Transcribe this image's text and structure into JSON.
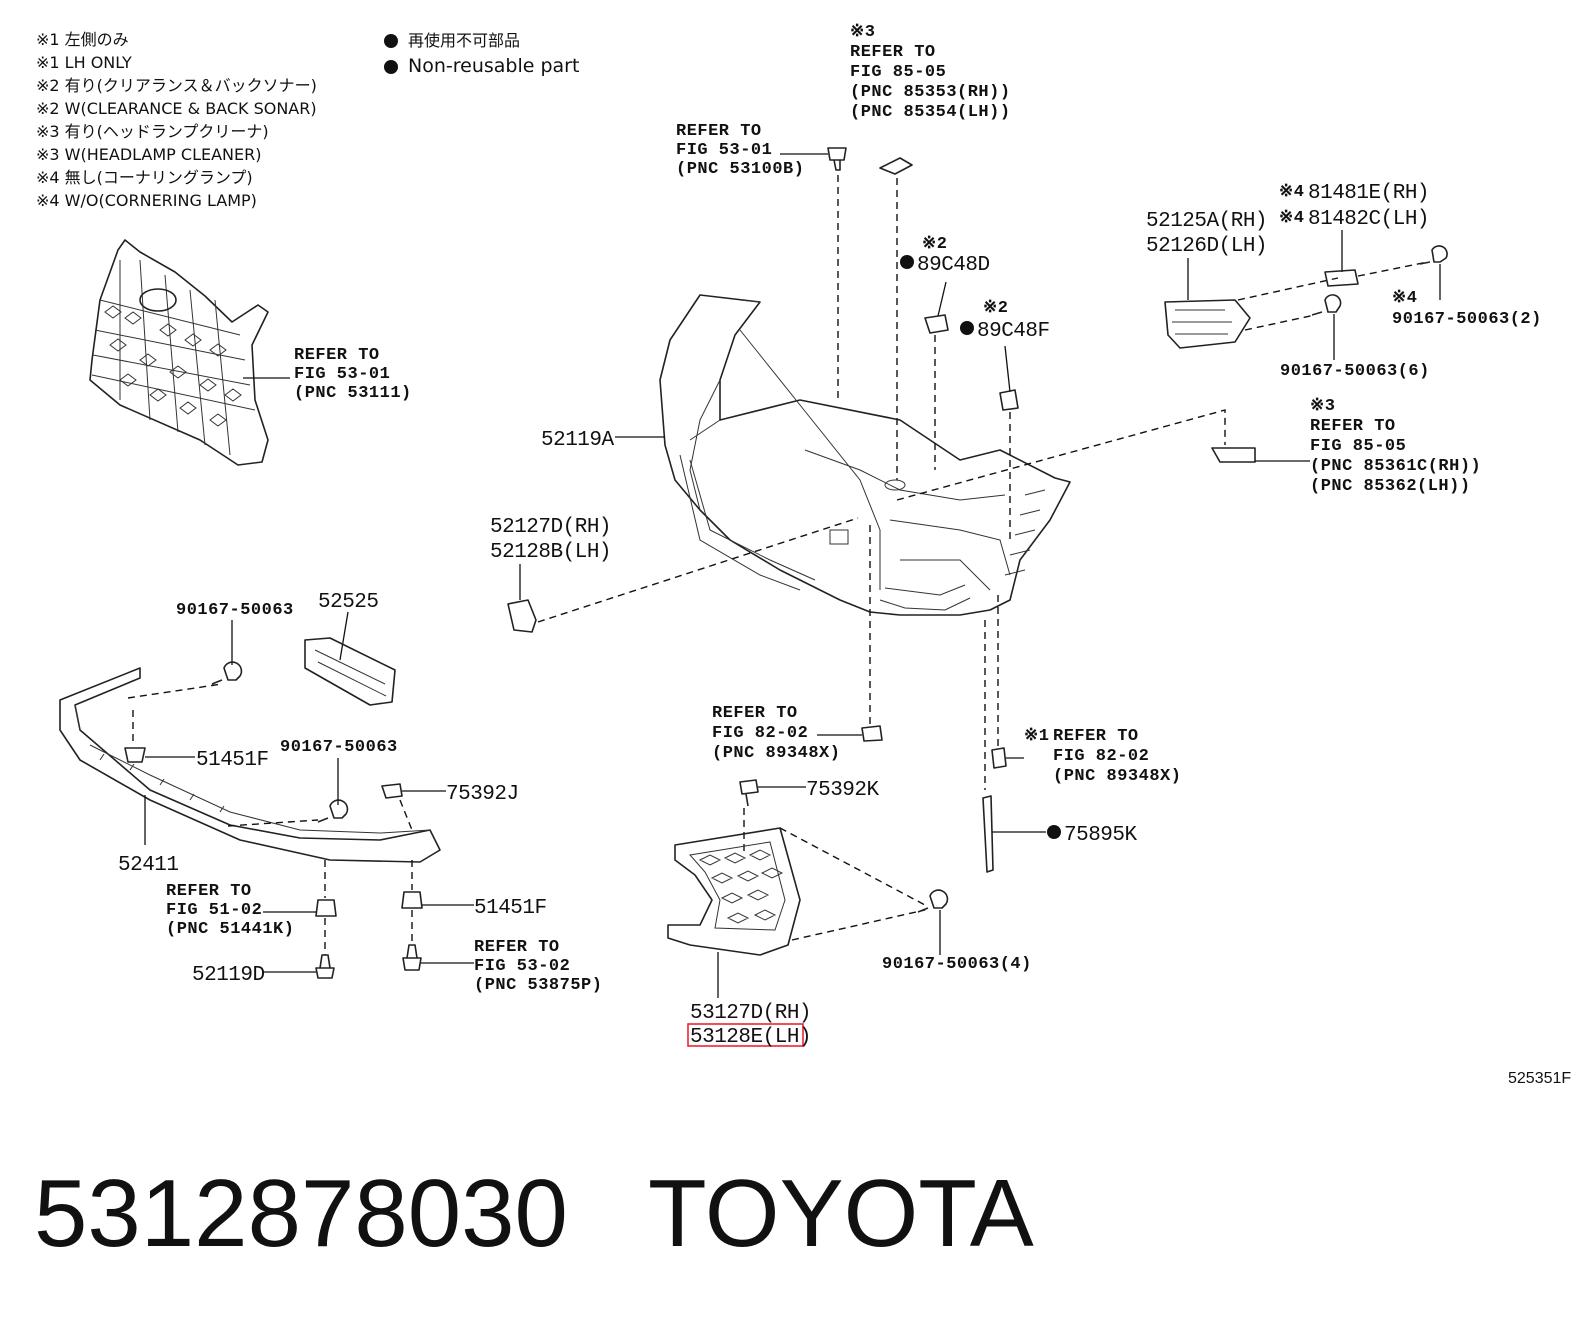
{
  "notes": [
    "※1 左側のみ",
    "※1 LH ONLY",
    "※2 有り(クリアランス＆バックソナー)",
    "※2 W(CLEARANCE & BACK SONAR)",
    "※3 有り(ヘッドランプクリーナ)",
    "※3 W(HEADLAMP CLEANER)",
    "※4 無し(コーナリングランプ)",
    "※4 W/O(CORNERING LAMP)"
  ],
  "legend": {
    "jp": "再使用不可部品",
    "en": "Non-reusable part"
  },
  "refs": {
    "top_star": "※3",
    "top_1": "REFER TO",
    "top_2": "FIG 85-05",
    "top_3": "(PNC 85353(RH))",
    "top_4": "(PNC 85354(LH))",
    "clip_1": "REFER TO",
    "clip_2": "FIG 53-01",
    "clip_3": "(PNC 53100B)",
    "grille_1": "REFER TO",
    "grille_2": "FIG 53-01",
    "grille_3": "(PNC 53111)",
    "right_star": "※3",
    "right_1": "REFER TO",
    "right_2": "FIG 85-05",
    "right_3": "(PNC 85361C(RH))",
    "right_4": "(PNC 85362(LH))",
    "sensor_1": "REFER TO",
    "sensor_2": "FIG 82-02",
    "sensor_3": "(PNC 89348X)",
    "sensor2_star": "※1",
    "sensor2_1": "REFER TO",
    "sensor2_2": "FIG 82-02",
    "sensor2_3": "(PNC 89348X)",
    "ret_1": "REFER TO",
    "ret_2": "FIG 51-02",
    "ret_3": "(PNC 51441K)",
    "mold_1": "REFER TO",
    "mold_2": "FIG 53-02",
    "mold_3": "(PNC 53875P)"
  },
  "labels": {
    "p52119A": "52119A",
    "p89C48D_star": "※2",
    "p89C48D": "89C48D",
    "p89C48F_star": "※2",
    "p89C48F": "89C48F",
    "p52125A": "52125A(RH)",
    "p52126D": "52126D(LH)",
    "p81481E_star": "※4",
    "p81481E": "81481E(RH)",
    "p81482C_star": "※4",
    "p81482C": "81482C(LH)",
    "p90167_2_star": "※4",
    "p90167_2": "90167-50063(2)",
    "p90167_6": "90167-50063(6)",
    "p52127D": "52127D(RH)",
    "p52128B": "52128B(LH)",
    "p90167_a": "90167-50063",
    "p52525": "52525",
    "p51451F_a": "51451F",
    "p90167_b": "90167-50063",
    "p75392J": "75392J",
    "p52411": "52411",
    "p51451F_b": "51451F",
    "p52119D": "52119D",
    "p75392K": "75392K",
    "p75895K": "75895K",
    "p90167_4": "90167-50063(4)",
    "p53127D": "53127D(RH)",
    "p53128E": "53128E(LH)",
    "fig_code": "525351F"
  },
  "footer": {
    "part_number": "5312878030",
    "brand": "TOYOTA"
  },
  "colors": {
    "highlight": "#e22233",
    "ink": "#111111"
  }
}
